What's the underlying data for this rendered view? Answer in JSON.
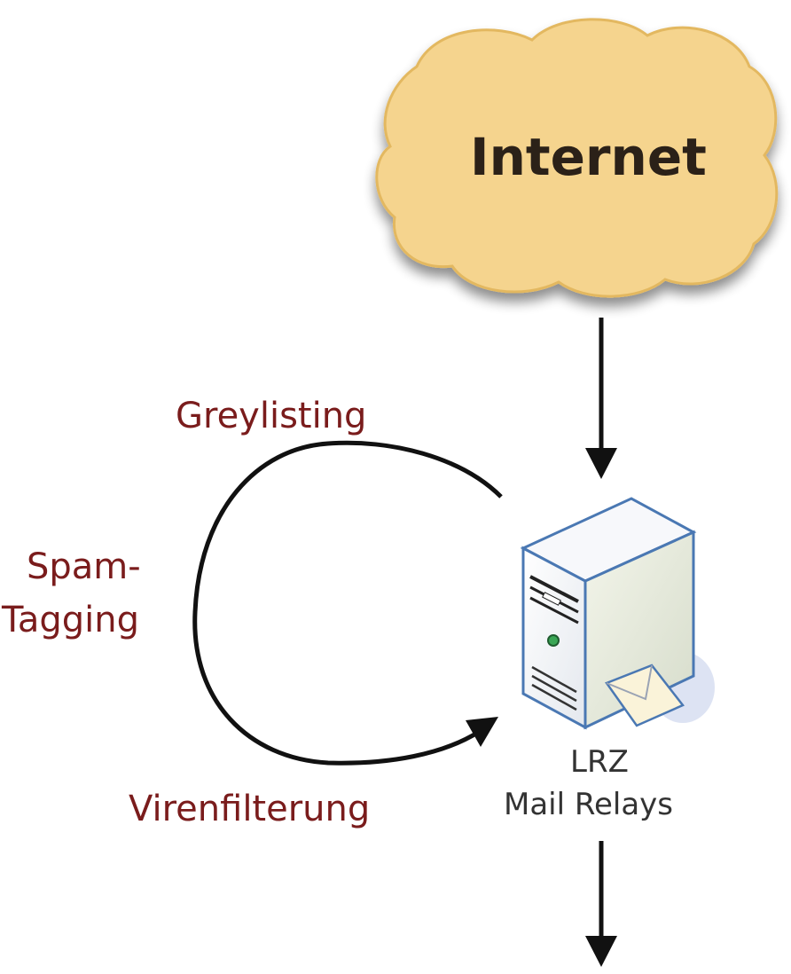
{
  "cloud": {
    "label": "Internet"
  },
  "loop": {
    "top_label": "Greylisting",
    "left_label_line1": "Spam-",
    "left_label_line2": "Tagging",
    "bottom_label": "Virenfilterung"
  },
  "server": {
    "label_line1": "LRZ",
    "label_line2": "Mail Relays",
    "icon": "mail-server-icon"
  },
  "colors": {
    "cloud_fill": "#f5d48e",
    "cloud_stroke": "#e3b860",
    "label_red": "#7a1c1c",
    "arrow": "#111111",
    "server_outline": "#4a78b3"
  }
}
